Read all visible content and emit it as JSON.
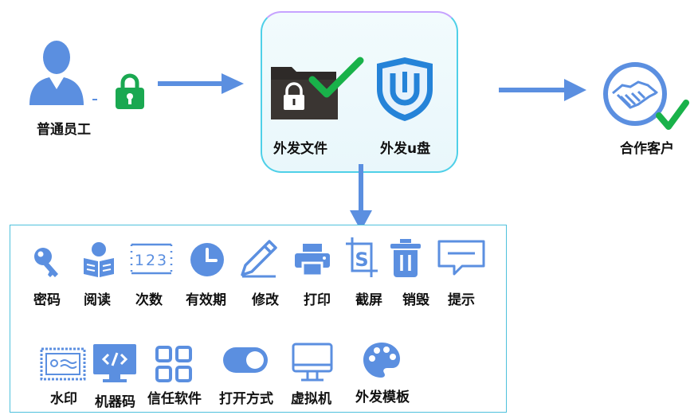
{
  "employee": {
    "label": "普通员工"
  },
  "center": {
    "file_label": "外发文件",
    "usb_label": "外发u盘"
  },
  "partner": {
    "label": "合作客户"
  },
  "functions": {
    "row1": [
      "密码",
      "阅读",
      "次数",
      "有效期",
      "修改",
      "打印",
      "截屏",
      "销毁",
      "提示"
    ],
    "row2": [
      "水印",
      "机器码",
      "信任软件",
      "打开方式",
      "虚拟机",
      "外发模板"
    ],
    "counter_text": "123"
  },
  "colors": {
    "icon_blue": "#5b8fe0",
    "arrow_blue": "#5b8fe0",
    "lock_green": "#1aa851",
    "check_green": "#19b24a",
    "folder_dark": "#2e2a28",
    "box_border": "#4ec1dc"
  }
}
